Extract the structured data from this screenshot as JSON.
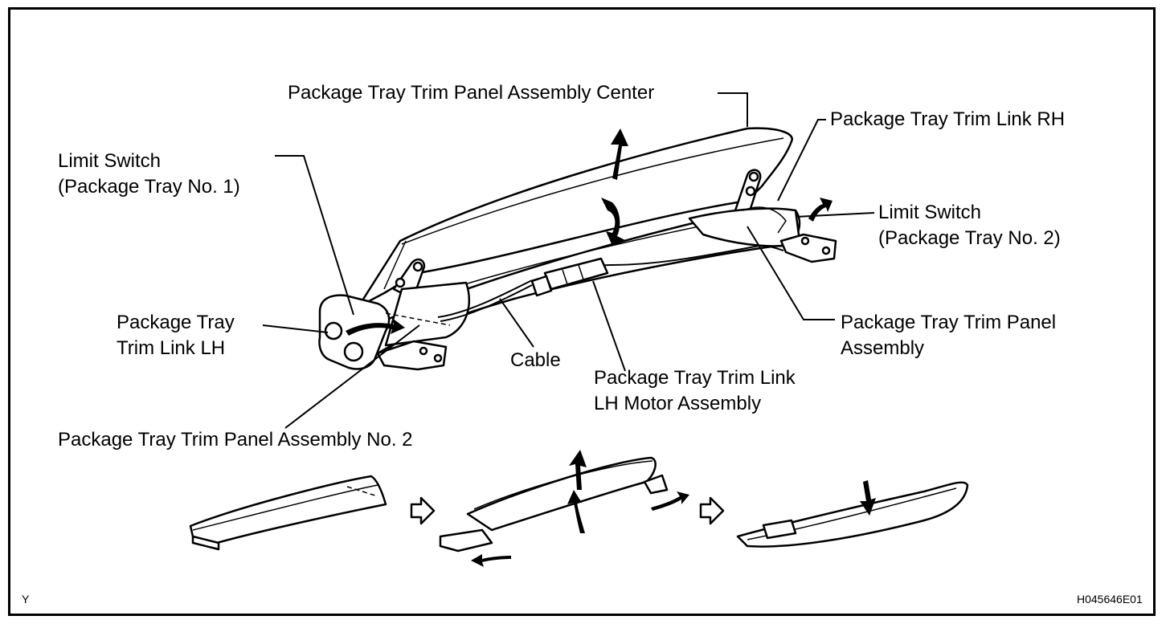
{
  "labels": {
    "tray_center": "Package Tray Trim Panel Assembly Center",
    "link_rh": "Package Tray Trim Link RH",
    "limit_switch_1": {
      "line1": "Limit Switch",
      "line2": "(Package Tray No. 1)"
    },
    "limit_switch_2": {
      "line1": "Limit Switch",
      "line2": "(Package Tray No. 2)"
    },
    "link_lh": {
      "line1": "Package Tray",
      "line2": "Trim Link LH"
    },
    "tray_panel": {
      "line1": "Package Tray Trim Panel",
      "line2": "Assembly"
    },
    "cable": "Cable",
    "motor": {
      "line1": "Package Tray Trim Link",
      "line2": "LH Motor Assembly"
    },
    "tray_no2": "Package Tray Trim Panel Assembly No. 2"
  },
  "corner": {
    "left": "Y",
    "right": "H045646E01"
  }
}
